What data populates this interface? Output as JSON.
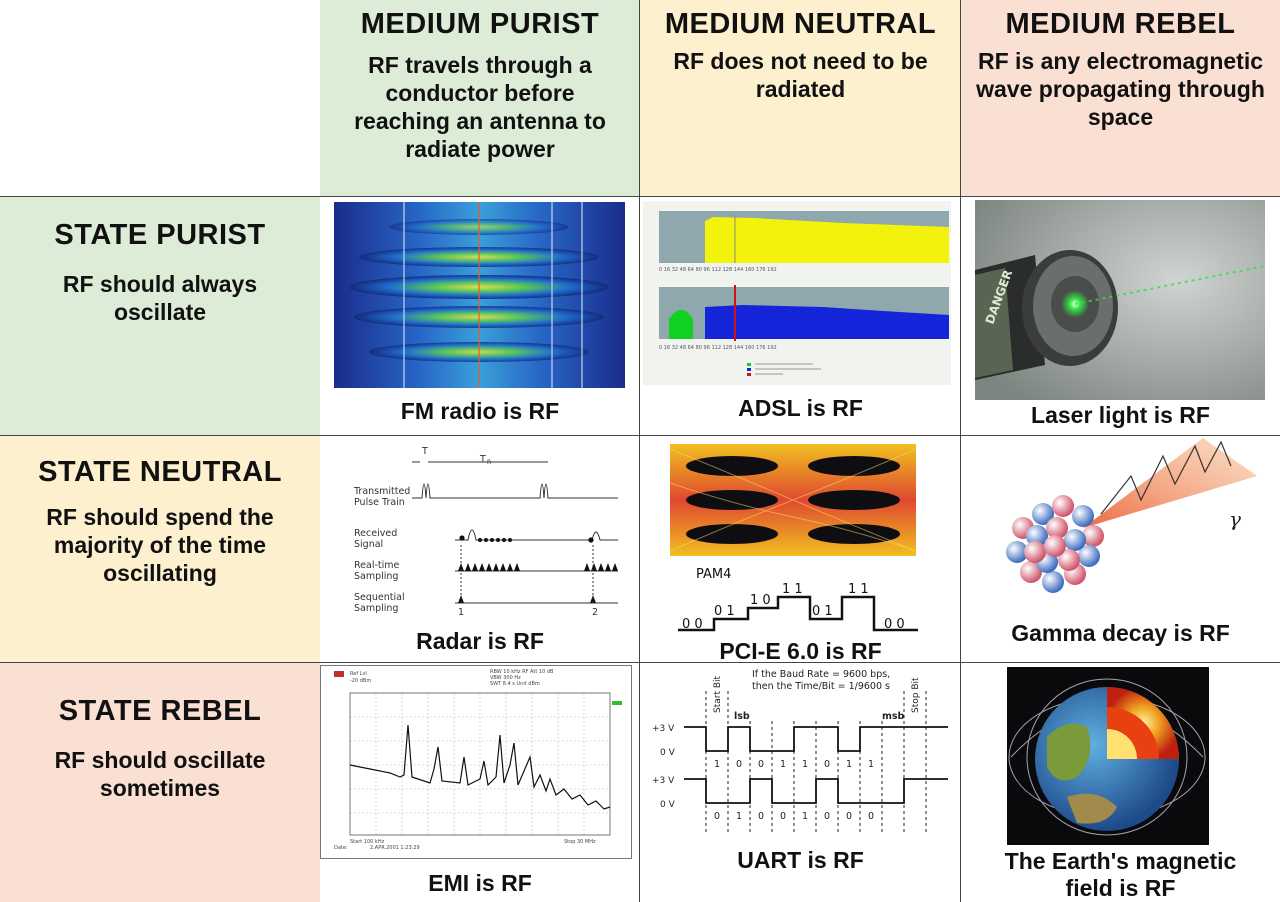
{
  "columns": [
    {
      "title": "MEDIUM PURIST",
      "desc": "RF travels through a conductor before reaching an antenna to radiate power"
    },
    {
      "title": "MEDIUM NEUTRAL",
      "desc": "RF does not need to be radiated"
    },
    {
      "title": "MEDIUM REBEL",
      "desc": "RF is any electromagnetic wave propagating through space"
    }
  ],
  "rows": [
    {
      "title": "STATE PURIST",
      "desc": "RF should always oscillate"
    },
    {
      "title": "STATE NEUTRAL",
      "desc": "RF should spend the majority of the time oscillating"
    },
    {
      "title": "STATE REBEL",
      "desc": "RF should oscillate sometimes"
    }
  ],
  "cells": {
    "fm": {
      "caption": "FM radio is RF"
    },
    "adsl": {
      "caption": "ADSL is RF"
    },
    "laser": {
      "caption": "Laser light is RF",
      "brand": "DANGER"
    },
    "radar": {
      "caption": "Radar is RF",
      "t_label": "T",
      "tr_label": "T",
      "tr_sub": "R",
      "transmitted": "Transmitted",
      "pulse_train": "Pulse Train",
      "received": "Received",
      "signal": "Signal",
      "realtime": "Real-time",
      "sampling": "Sampling",
      "sequential": "Sequential",
      "sampling2": "Sampling",
      "n1": "1",
      "n2": "2"
    },
    "pcie": {
      "caption": "PCI-E 6.0 is RF",
      "pam": "PAM4",
      "bits": [
        "0 0",
        "0 1",
        "1 0",
        "1 1",
        "0 1",
        "1 1",
        "0 0"
      ]
    },
    "gamma": {
      "caption": "Gamma decay is RF",
      "symbol": "γ"
    },
    "emi": {
      "caption": "EMI is RF"
    },
    "uart": {
      "caption": "UART is RF",
      "line1": "If the Baud Rate = 9600 bps,",
      "line2": "then the Time/Bit = 1/9600 s",
      "start_bit": "Start Bit",
      "stop_bit": "Stop Bit",
      "lsb": "lsb",
      "msb": "msb",
      "v3a": "+3 V",
      "v0a": "0 V",
      "v3b": "+3 V",
      "v0b": "0 V",
      "bits_a": [
        "1",
        "0",
        "0",
        "1",
        "1",
        "0",
        "1",
        "1"
      ],
      "bits_b": [
        "0",
        "1",
        "0",
        "0",
        "1",
        "0",
        "0",
        "0"
      ]
    },
    "earth": {
      "caption": "The Earth's magnetic field  is RF"
    }
  },
  "colors": {
    "purist": "#dcecd6",
    "neutral": "#fcf0cf",
    "rebel": "#f9e0d3",
    "grid": "#444444"
  }
}
